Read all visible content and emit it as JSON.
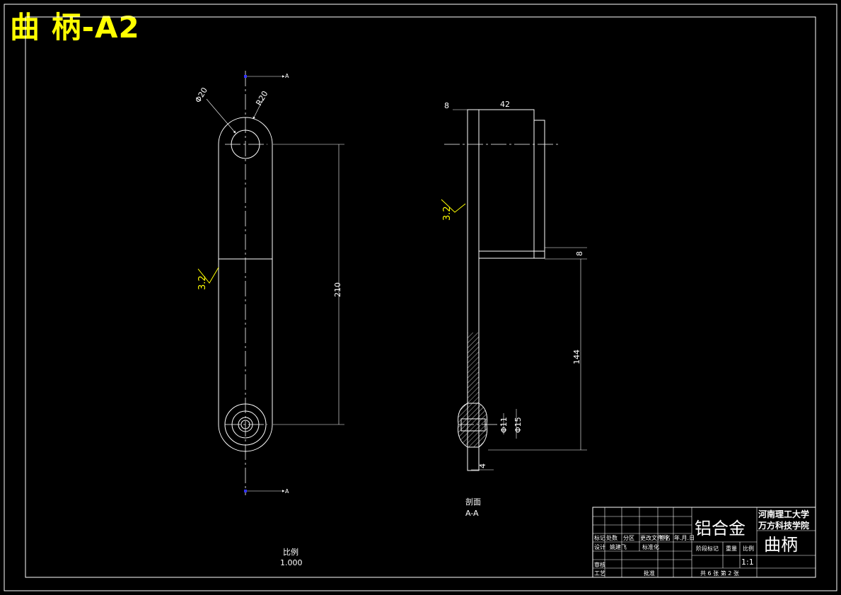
{
  "drawing_title": "曲 柄-A2",
  "views": {
    "front": {
      "dims": {
        "hole_dia": "Φ20",
        "radius": "R20",
        "center_distance": "210"
      },
      "roughness": "3.2",
      "section_mark": "A"
    },
    "section": {
      "dims": {
        "wall": "8",
        "width": "42",
        "step": "8",
        "length": "144",
        "dia_inner": "Φ11",
        "dia_outer": "Φ15",
        "thk": "4"
      },
      "roughness": "3.2",
      "label": "剖面",
      "label_view": "A-A"
    }
  },
  "scale": {
    "label": "比例",
    "value": "1.000"
  },
  "title_block": {
    "material": "铝合金",
    "school_line1": "河南理工大学",
    "school_line2": "万方科技学院",
    "part_name": "曲柄",
    "stage_label": "阶段标记",
    "weight_label": "重量",
    "scale_label": "比例",
    "scale_value": "1:1",
    "sheets": "共 6 张  第 2 张",
    "headers": [
      "标记",
      "处数",
      "分区",
      "更改文件号",
      "签名",
      "年.月.日"
    ],
    "row_design": [
      "设计",
      "姚建飞",
      "标准化"
    ],
    "row_review": "审核",
    "row_process": [
      "工艺",
      "批准"
    ]
  }
}
